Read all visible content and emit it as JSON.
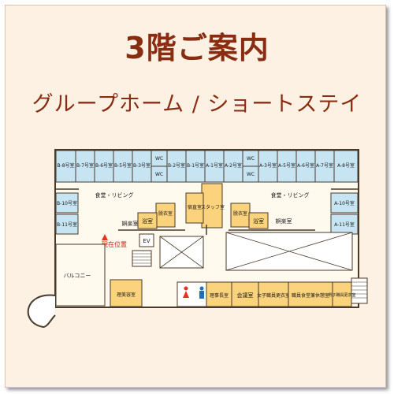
{
  "header": {
    "title": "3階ご案内",
    "subtitle": "グループホーム / ショートステイ"
  },
  "colors": {
    "background": "#fdf1e3",
    "title": "#8a2c12",
    "room_blue": "#c7e4f3",
    "room_yellow": "#fbd37d",
    "floor": "#fff9ee",
    "wall": "#4a3a2a",
    "current_marker": "#e8331c"
  },
  "floor_plan": {
    "top_rooms_left": [
      "B-8号室",
      "B-7号室",
      "B-6号室",
      "B-5号室",
      "B-3号室"
    ],
    "top_rooms_left2": [
      "B-2号室",
      "B-1号室"
    ],
    "top_rooms_right_a": [
      "A-1号室",
      "A-2号室"
    ],
    "top_rooms_right_b": [
      "A-3号室",
      "A-5号室",
      "A-6号室",
      "A-7号室",
      "A-8号室"
    ],
    "wc": "WC",
    "side_rooms_left": [
      "B-10号室",
      "B-11号室"
    ],
    "side_rooms_right": [
      "A-10号室",
      "A-11号室"
    ],
    "dining_left": "食堂・リビング",
    "dining_right": "食堂・リビング",
    "staff_room": "スタッフ室",
    "duty_room": "宿直室",
    "bath_left": "浴室",
    "bath_right": "浴室",
    "dressing_left": "脱衣室",
    "dressing_right": "脱衣室",
    "amusement_left": "娯楽室",
    "amusement_right": "娯楽室",
    "ev": "EV",
    "current_position": "現在位置",
    "balcony": "バルコニー",
    "bottom_rooms": {
      "amusement": "理美容室",
      "director": "理事長室",
      "meeting": "会議室",
      "female_locker": "女子職員更衣室",
      "staff_dining": "職員食堂兼休憩室",
      "male_locker": "男子職員更衣室"
    }
  }
}
